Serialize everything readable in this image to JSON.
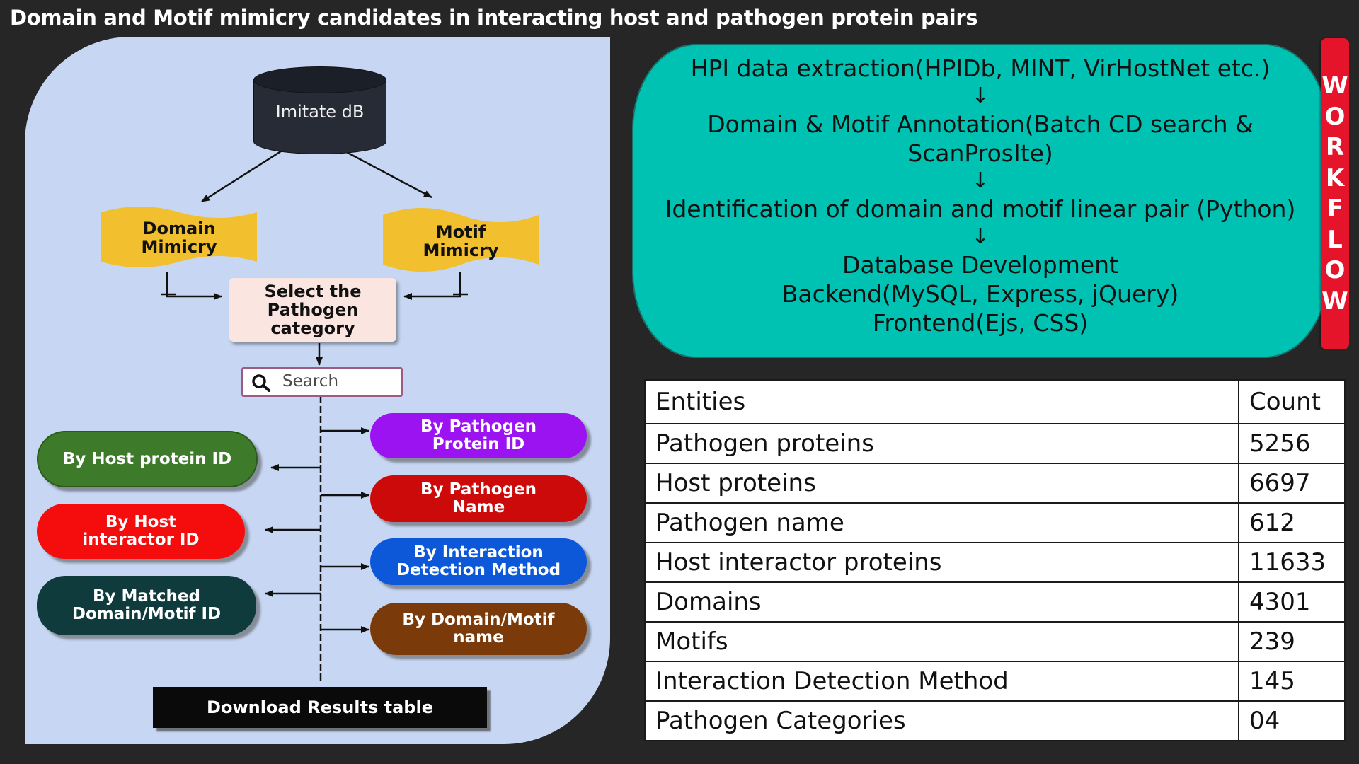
{
  "title": "Domain and Motif mimicry candidates in interacting host and pathogen protein pairs",
  "diagram": {
    "database_label": "Imitate dB",
    "domain_mimicry": "Domain\nMimicry",
    "motif_mimicry": "Motif\nMimicry",
    "select_category": "Select the\nPathogen\ncategory",
    "search_placeholder": "Search",
    "search_options_left": [
      {
        "label": "By Host protein ID",
        "color": "#3d7a29"
      },
      {
        "label": "By Host\ninteractor ID",
        "color": "#f50d0d"
      },
      {
        "label": "By Matched\nDomain/Motif ID",
        "color": "#0f3b3d"
      }
    ],
    "search_options_right": [
      {
        "label": "By Pathogen\nProtein ID",
        "color": "#9c13f2"
      },
      {
        "label": "By Pathogen\nName",
        "color": "#cc0a0a"
      },
      {
        "label": "By Interaction\nDetection Method",
        "color": "#0c58d8"
      },
      {
        "label": "By Domain/Motif\nname",
        "color": "#7a3a0a"
      }
    ],
    "download_button": "Download Results table",
    "colors": {
      "flag": "#f2bf2e",
      "panel": "#c7d7f3"
    }
  },
  "workflow": {
    "tab_label": "WORKFLOW",
    "steps": [
      [
        "HPI data extraction(HPIDb, MINT, VirHostNet etc.)"
      ],
      [
        "Domain & Motif Annotation(Batch CD search &",
        "ScanProsIte)"
      ],
      [
        "Identification of domain and motif linear pair (Python)"
      ],
      [
        "Database Development",
        "Backend(MySQL, Express, jQuery)",
        "Frontend(Ejs, CSS)"
      ]
    ],
    "arrow": "↓",
    "colors": {
      "box": "#00c2b3",
      "tab": "#e5142b"
    }
  },
  "table": {
    "headers": [
      "Entities",
      "Count"
    ],
    "rows": [
      [
        "Pathogen proteins",
        "5256"
      ],
      [
        "Host proteins",
        "6697"
      ],
      [
        "Pathogen name",
        "612"
      ],
      [
        "Host interactor proteins",
        "11633"
      ],
      [
        "Domains",
        "4301"
      ],
      [
        "Motifs",
        "239"
      ],
      [
        "Interaction Detection Method",
        "145"
      ],
      [
        "Pathogen Categories",
        "04"
      ]
    ]
  }
}
